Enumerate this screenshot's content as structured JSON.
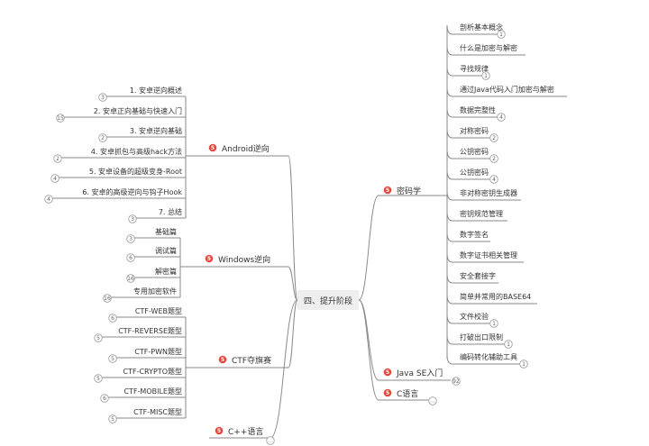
{
  "root": {
    "label": "四、提升阶段"
  },
  "colors": {
    "line": "#8a8a8a",
    "badge_border": "#9a9a9a",
    "red_badge": "#e8463c",
    "root_bg": "#eeeeee",
    "text": "#333333"
  },
  "red_badge_label": "5",
  "more_label": "…",
  "right": {
    "crypto": {
      "label": "密码学",
      "children": [
        {
          "label": "剖析基本概念",
          "count": "1"
        },
        {
          "label": "什么是加密与解密",
          "count": ""
        },
        {
          "label": "寻找规律",
          "count": "1"
        },
        {
          "label": "通过Java代码入门加密与解密",
          "count": ""
        },
        {
          "label": "数据完整性",
          "count": "4"
        },
        {
          "label": "对称密码",
          "count": "2"
        },
        {
          "label": "公钥密码",
          "count": "2"
        },
        {
          "label": "公钥密码",
          "count": "4"
        },
        {
          "label": "非对称密钥生成器",
          "count": ""
        },
        {
          "label": "密钥规范管理",
          "count": ""
        },
        {
          "label": "数字签名",
          "count": ""
        },
        {
          "label": "数字证书相关管理",
          "count": ""
        },
        {
          "label": "安全套接字",
          "count": ""
        },
        {
          "label": "简单并常用的BASE64",
          "count": ""
        },
        {
          "label": "文件校验",
          "count": "1"
        },
        {
          "label": "打破出口限制",
          "count": "1"
        },
        {
          "label": "编码转化辅助工具",
          "count": "1"
        }
      ]
    },
    "java": {
      "label": "Java SE入门",
      "count": "92"
    },
    "c": {
      "label": "C语言"
    }
  },
  "left": {
    "android": {
      "label": "Android逆向",
      "children": [
        {
          "label": "1. 安卓逆向概述",
          "count": "3"
        },
        {
          "label": "2. 安卓正向基础与快速入门",
          "count": "15"
        },
        {
          "label": "3. 安卓逆向基础",
          "count": "2"
        },
        {
          "label": "4. 安卓抓包与高级hack方法",
          "count": "2"
        },
        {
          "label": "5. 安卓设备的超级变身-Root",
          "count": "4"
        },
        {
          "label": "6. 安卓的高级逆向与钩子Hook",
          "count": "4"
        },
        {
          "label": "7. 总结",
          "count": "3"
        }
      ]
    },
    "windows": {
      "label": "Windows逆向",
      "children": [
        {
          "label": "基础篇",
          "count": "3"
        },
        {
          "label": "调试篇",
          "count": "6"
        },
        {
          "label": "解密篇",
          "count": "16"
        },
        {
          "label": "专用加密软件",
          "count": "16"
        }
      ]
    },
    "ctf": {
      "label": "CTF夺旗赛",
      "children": [
        {
          "label": "CTF-WEB题型",
          "count": "6"
        },
        {
          "label": "CTF-REVERSE题型",
          "count": "5"
        },
        {
          "label": "CTF-PWN题型",
          "count": "5"
        },
        {
          "label": "CTF-CRYPTO题型",
          "count": "5"
        },
        {
          "label": "CTF-MOBILE题型",
          "count": "6"
        },
        {
          "label": "CTF-MISC题型",
          "count": "5"
        }
      ]
    },
    "cpp": {
      "label": "C++语言"
    }
  }
}
